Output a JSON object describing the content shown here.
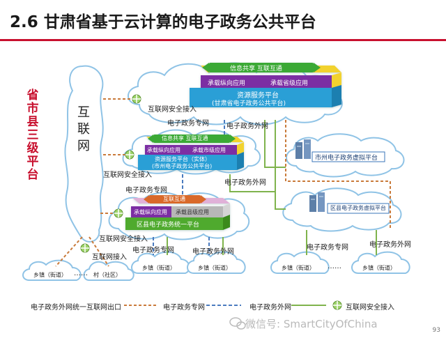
{
  "slide": {
    "title": "2.6 甘肃省基于云计算的电子政务公共平台",
    "side_label": "省市县三级平台",
    "page_number": "93",
    "watermark": "微信号: SmartCityOfChina"
  },
  "internet": {
    "label": "互联网"
  },
  "province": {
    "banner": "信息共享   互联互通",
    "app_left": "承载纵向应用",
    "app_right": "承载省级应用",
    "platform_line1": "资源服务平台",
    "platform_line2": "(甘肃省电子政务公共平台)"
  },
  "city": {
    "banner": "信息共享   互联互通",
    "app_left": "承载纵向应用",
    "app_right": "承载市级应用",
    "platform_line1": "资源服务平台（实体）",
    "platform_line2": "(市州电子政务公共平台)"
  },
  "county": {
    "banner": "互联互通",
    "app_left": "承载纵向应用",
    "app_right": "承载县级应用",
    "platform_line1": "区县电子政务统一平台"
  },
  "virtual": {
    "city_virtual": "市州电子政务虚拟平台",
    "county_virtual": "区县电子政务虚拟平台"
  },
  "links": {
    "internet_secure_access": "互联网安全接入",
    "gov_private": "电子政务专网",
    "gov_external": "电子政务外网",
    "internet_access": "互联网接入"
  },
  "towns": {
    "town": "乡镇（街道）",
    "village": "村（社区）",
    "ellipsis": "……"
  },
  "legend": {
    "exit": "电子政务外网统一互联网出口",
    "private": "电子政务专网",
    "external": "电子政务外网",
    "secure": "互联网安全接入"
  },
  "colors": {
    "title_rule": "#c8102e",
    "side_label": "#c8102e",
    "private_line": "#4a7bbf",
    "external_line": "#7fb34c",
    "internet_line": "#c97a3a",
    "platform_blue": "#2a9fd6",
    "banner_green": "#3aa935",
    "app_purple": "#7b2fa3",
    "top_yellow": "#f2d22e"
  }
}
